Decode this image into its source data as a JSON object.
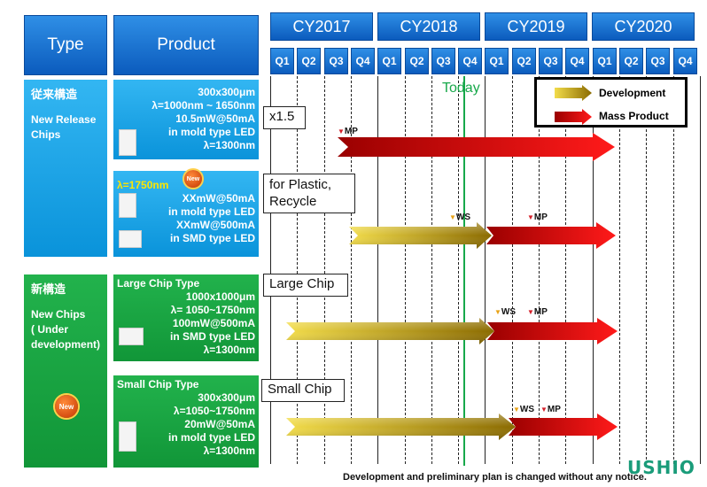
{
  "header": {
    "type_label": "Type",
    "product_label": "Product"
  },
  "years": [
    "CY2017",
    "CY2018",
    "CY2019",
    "CY2020"
  ],
  "quarters": [
    "Q1",
    "Q2",
    "Q3",
    "Q4",
    "Q1",
    "Q2",
    "Q3",
    "Q4",
    "Q1",
    "Q2",
    "Q3",
    "Q4",
    "Q1",
    "Q2",
    "Q3",
    "Q4"
  ],
  "today_label": "Today",
  "legend": {
    "development": "Development",
    "mass_product": "Mass Product"
  },
  "groups": {
    "conventional": {
      "title": "従来構造",
      "sub": "New Release\nChips"
    },
    "new": {
      "title": "新構造",
      "sub": "New Chips\n( Under\ndevelopment)",
      "badge": "New"
    }
  },
  "products": {
    "p1": {
      "lines": [
        "300x300μm",
        "λ=1000nm ~ 1650nm",
        "10.5mW@50mA",
        "in mold type LED",
        "λ=1300nm"
      ],
      "callout": "x1.5",
      "mp": "MP"
    },
    "p2": {
      "head": "λ=1750nm",
      "badge": "New",
      "lines": [
        "XXmW@50mA",
        "in mold type LED",
        "XXmW@500mA",
        "in SMD type LED"
      ],
      "callout": "for Plastic,\nRecycle",
      "ws": "WS",
      "mp": "MP"
    },
    "p3": {
      "head": "Large Chip Type",
      "lines": [
        "1000x1000μm",
        "λ= 1050~1750nm",
        "100mW@500mA",
        "in SMD type LED",
        "λ=1300nm"
      ],
      "callout": "Large Chip",
      "ws": "WS",
      "mp": "MP"
    },
    "p4": {
      "head": "Small Chip Type",
      "lines": [
        "300x300μm",
        "λ=1050~1750nm",
        "20mW@50mA",
        "in mold type LED",
        "λ=1300nm"
      ],
      "callout": "Small Chip",
      "ws": "WS",
      "mp": "MP"
    }
  },
  "footer": "Development and preliminary plan is changed without any notice.",
  "brand": "USHIO",
  "colors": {
    "header_blue": "#0b5bbd",
    "type_blue": "#0a93da",
    "type_green": "#119638",
    "today_green": "#17a84a",
    "dev_gold": "#b08a00",
    "mass_red": "#e00000"
  }
}
